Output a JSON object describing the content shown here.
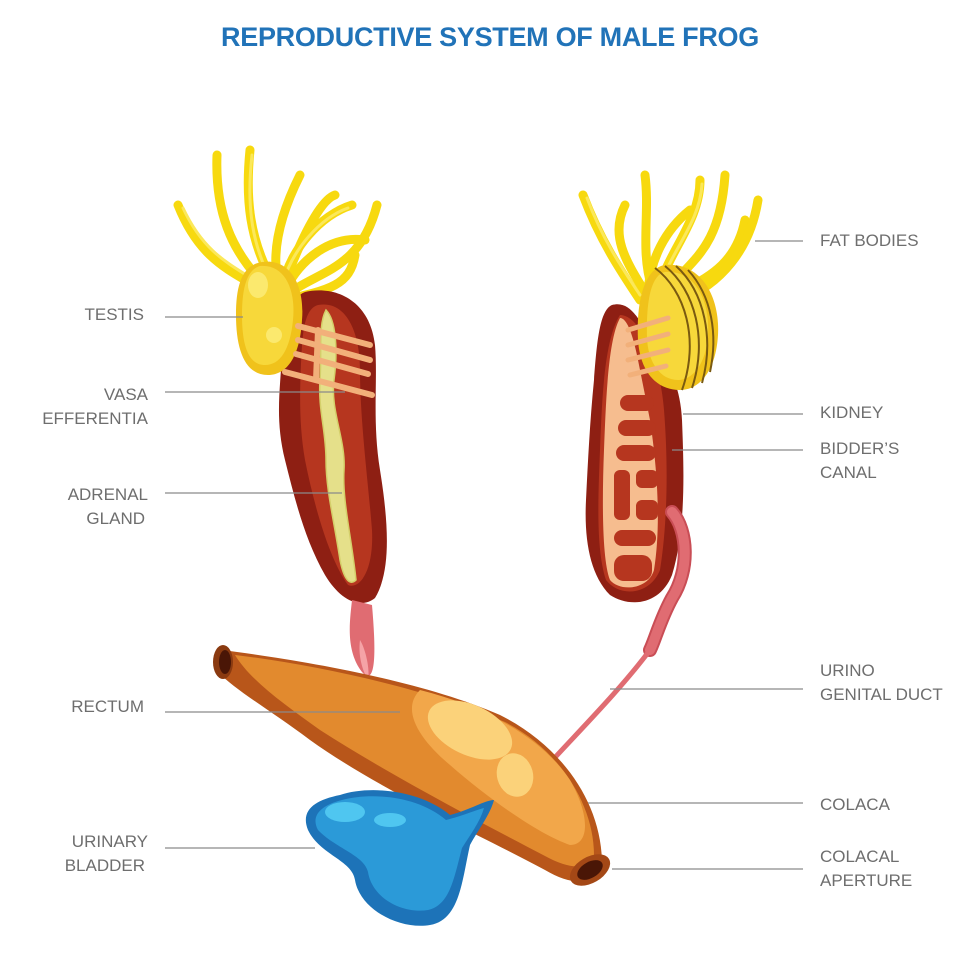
{
  "title": "REPRODUCTIVE SYSTEM OF MALE FROG",
  "colors": {
    "title": "#2173b8",
    "label_text": "#6e6e6e",
    "leader_line": "#8a8a8a",
    "fat_bodies": "#f7d90f",
    "testis": "#f5cf15",
    "kidney": "#8e1f13",
    "kidney_inner": "#b6361f",
    "adrenal_gland": "#e5e08a",
    "vasa_efferentia": "#f2b07a",
    "urinogenital_duct": "#e06c72",
    "cloaca": "#e28a2e",
    "urinary_bladder": "#2b9ad8"
  },
  "labels": {
    "left": [
      {
        "id": "testis",
        "lines": [
          "TESTIS"
        ]
      },
      {
        "id": "vasa-efferentia",
        "lines": [
          "VASA",
          "EFFERENTIA"
        ]
      },
      {
        "id": "adrenal-gland",
        "lines": [
          "ADRENAL",
          "GLAND"
        ]
      },
      {
        "id": "rectum",
        "lines": [
          "RECTUM"
        ]
      },
      {
        "id": "urinary-bladder",
        "lines": [
          "URINARY",
          "BLADDER"
        ]
      }
    ],
    "right": [
      {
        "id": "fat-bodies",
        "lines": [
          "FAT BODIES"
        ]
      },
      {
        "id": "kidney",
        "lines": [
          "KIDNEY"
        ]
      },
      {
        "id": "bidders-canal",
        "lines": [
          "BIDDER’S",
          "CANAL"
        ]
      },
      {
        "id": "urino-genital-duct",
        "lines": [
          "URINO",
          "GENITAL DUCT"
        ]
      },
      {
        "id": "colaca",
        "lines": [
          "COLACA"
        ]
      },
      {
        "id": "colacal-aperture",
        "lines": [
          "COLACAL",
          "APERTURE"
        ]
      }
    ]
  }
}
